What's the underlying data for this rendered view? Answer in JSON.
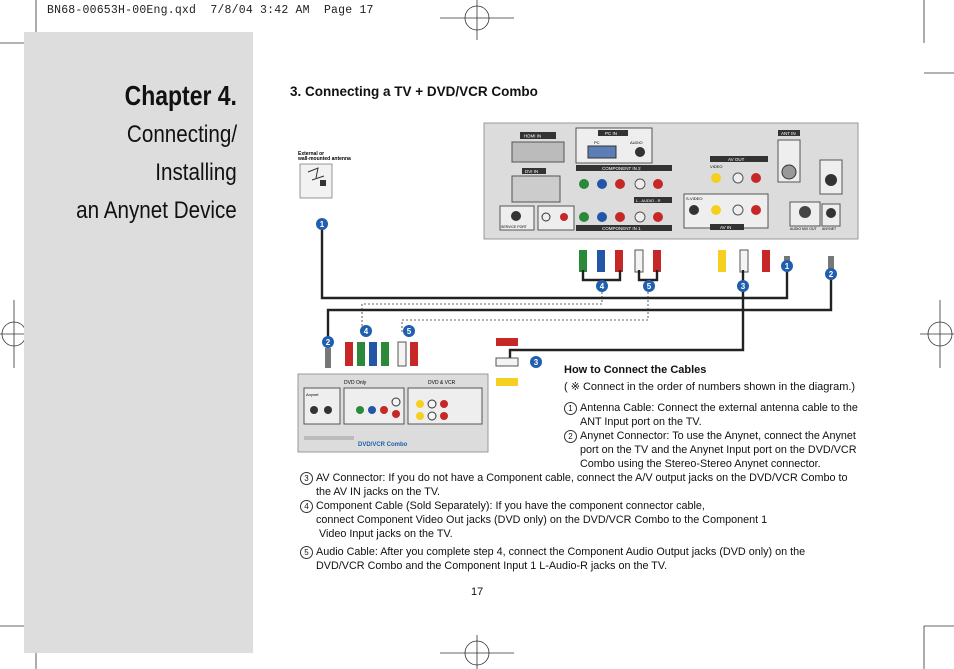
{
  "print_header": "BN68-00653H-00Eng.qxd  7/8/04 3:42 AM  Page 17",
  "chapter": {
    "title": "Chapter 4.",
    "subtitle_lines": [
      "Connecting/",
      "Installing",
      "an Anynet Device"
    ]
  },
  "section_title": "3. Connecting a TV + DVD/VCR Combo",
  "diagram": {
    "antenna_label_1": "External or",
    "antenna_label_2": "wall-mounted antenna",
    "tv_ports": {
      "hdmi_in": "HDMI IN",
      "pc_in": "PC IN",
      "pc": "PC",
      "audio": "AUDIO",
      "dvi_in": "DVI IN",
      "component_in_2": "COMPONENT IN 2",
      "component_in_1": "COMPONENT IN 1",
      "l_audio_r": "L - AUDIO - R",
      "service_port": "SERVICE PORT",
      "ant_in": "ANT IN",
      "av_out": "AV OUT",
      "video": "VIDEO",
      "s_video": "S-VIDEO",
      "av_in": "AV IN",
      "audio_mix": "AUDIO MIX OUT",
      "anynet": "ANYNET"
    },
    "device": {
      "dvd_only": "DVD Only",
      "dvd_vcr": "DVD & VCR",
      "anynet": "Anynet",
      "name": "DVD/VCR Combo"
    },
    "callouts": [
      "1",
      "2",
      "3",
      "4",
      "5"
    ]
  },
  "how_to": {
    "title": "How to Connect the Cables",
    "note": "( ※  Connect in the order of numbers shown in the diagram.)"
  },
  "steps": [
    {
      "num": "1",
      "lines": [
        "Antenna Cable: Connect the external antenna cable to the",
        "ANT Input port on the TV."
      ]
    },
    {
      "num": "2",
      "lines": [
        "Anynet Connector: To use the Anynet, connect the Anynet",
        "port on the TV and the Anynet Input port on the DVD/VCR",
        "Combo using the Stereo-Stereo Anynet connector."
      ]
    },
    {
      "num": "3",
      "lines": [
        "AV Connector: If you do not have a Component  cable, connect the A/V output jacks on the DVD/VCR Combo to",
        "the AV IN jacks on the TV."
      ]
    },
    {
      "num": "4",
      "lines": [
        "Component Cable (Sold Separately): If you have the component connector cable,",
        "connect Component Video Out jacks (DVD only) on the DVD/VCR Combo to the Component 1",
        " Video Input jacks on the TV."
      ]
    },
    {
      "num": "5",
      "lines": [
        "Audio Cable: After you complete step 4, connect the Component Audio Output jacks (DVD only) on the",
        "DVD/VCR Combo and the Component Input 1 L-Audio-R jacks on the TV."
      ]
    }
  ],
  "page_number": "17",
  "colors": {
    "panel_gray": "#dddddd",
    "callout_blue": "#1f5fae",
    "cable_dark": "#222222"
  }
}
